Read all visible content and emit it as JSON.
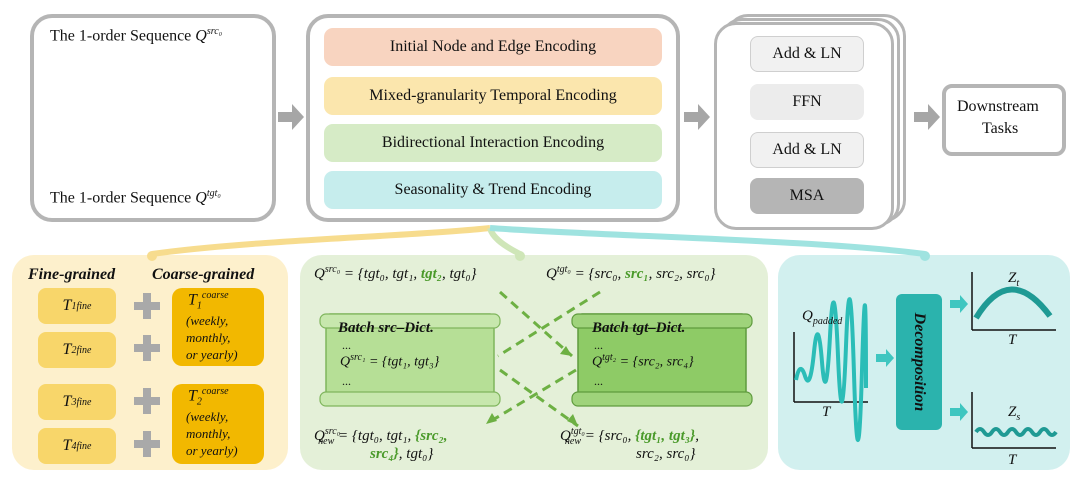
{
  "graph": {
    "seq_src_text": "The 1-order Sequence",
    "seq_src_sym": "Q",
    "seq_src_sup": "src₀",
    "seq_tgt_text": "The 1-order Sequence",
    "seq_tgt_sym": "Q",
    "seq_tgt_sup": "tgt₀"
  },
  "encodings": {
    "items": [
      {
        "label": "Initial Node and Edge Encoding",
        "color": "#f8d4c0"
      },
      {
        "label": "Mixed-granularity Temporal Encoding",
        "color": "#fbe6ad"
      },
      {
        "label": "Bidirectional Interaction Encoding",
        "color": "#d6ebc6"
      },
      {
        "label": "Seasonality & Trend Encoding",
        "color": "#c6eded"
      }
    ]
  },
  "transformer": {
    "add_ln_top": "Add & LN",
    "ffn": "FFN",
    "add_ln_bottom": "Add & LN",
    "msa": "MSA"
  },
  "downstream": {
    "line1": "Downstream",
    "line2": "Tasks"
  },
  "temporal": {
    "fine_header": "Fine-grained",
    "coarse_header": "Coarse-grained",
    "fine_symbol": "T",
    "fine_sup": "fine",
    "fine_subs": [
      "1",
      "2",
      "3",
      "4"
    ],
    "coarse_symbol": "T",
    "coarse_sup": "coarse",
    "coarse_subs": [
      "1",
      "2"
    ],
    "coarse_notes": [
      "(weekly,",
      "monthly,",
      "or yearly)"
    ],
    "plus_color": "#a9a9a9"
  },
  "interaction": {
    "q_src0": "= {tgt₀, tgt₁, ",
    "q_src0_hl": "tgt₂",
    "q_src0_end": ", tgt₀}",
    "q_tgt0": "= {src₀, ",
    "q_tgt0_hl": "src₁",
    "q_tgt0_end": ", src₂, src₀}",
    "src_dict_title": "Batch src–Dict.",
    "src_dict_entry": "= {tgt₁, tgt₃}",
    "tgt_dict_title": "Batch tgt–Dict.",
    "tgt_dict_entry": "= {src₂, src₄}",
    "ellipsis": "...",
    "new_src_a": "= {tgt₀, tgt₁, ",
    "new_src_hl1": "{src₂,",
    "new_src_hl2": "src₄}",
    "new_src_end": ", tgt₀}",
    "new_tgt_a": "= {src₀, ",
    "new_tgt_hl": "{tgt₁, tgt₃}",
    "new_tgt_end1": ",",
    "new_tgt_end2": "src₂, src₀}",
    "q_sym": "Q",
    "src0_sup": "src₀",
    "tgt0_sup": "tgt₀",
    "src1_sup": "src₁",
    "tgt2_sup": "tgt₂",
    "new_sub": "new",
    "highlight_color": "#4a9a2a"
  },
  "decomposition": {
    "q_padded_sym": "Q",
    "q_padded_sub": "padded",
    "t_axis": "T",
    "block_label": "Decomposition",
    "zt_sym": "Z",
    "zt_sub": "t",
    "zs_sym": "Z",
    "zs_sub": "s",
    "curve_color": "#2bbdb7",
    "block_color": "#2bb3ad"
  }
}
